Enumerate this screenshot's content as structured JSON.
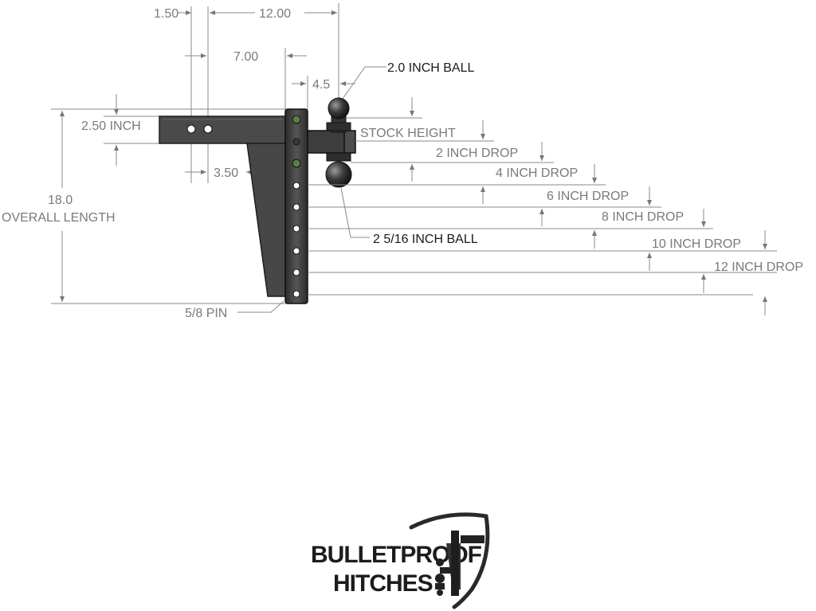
{
  "dimensions": {
    "shank_offset": "1.50",
    "overall_width": "12.00",
    "shank_length": "7.00",
    "ball_offset": "4.5",
    "shank_height": "2.50 INCH",
    "shank_to_hole": "3.50",
    "overall_length_value": "18.0",
    "overall_length_label": "OVERALL LENGTH",
    "pin": "5/8 PIN"
  },
  "balls": {
    "top": "2.0 INCH BALL",
    "bottom": "2  5/16 INCH BALL"
  },
  "drops": [
    "STOCK HEIGHT",
    "2 INCH DROP",
    "4 INCH DROP",
    "6 INCH DROP",
    "8 INCH DROP",
    "10 INCH DROP",
    "12 INCH DROP"
  ],
  "logo": {
    "line1": "BULLETPROOF",
    "line2": "HITCHES"
  },
  "colors": {
    "metal": "#3f3f3f",
    "dimension_gray": "#7a7a7a",
    "hole_green": "#5d7b45"
  }
}
